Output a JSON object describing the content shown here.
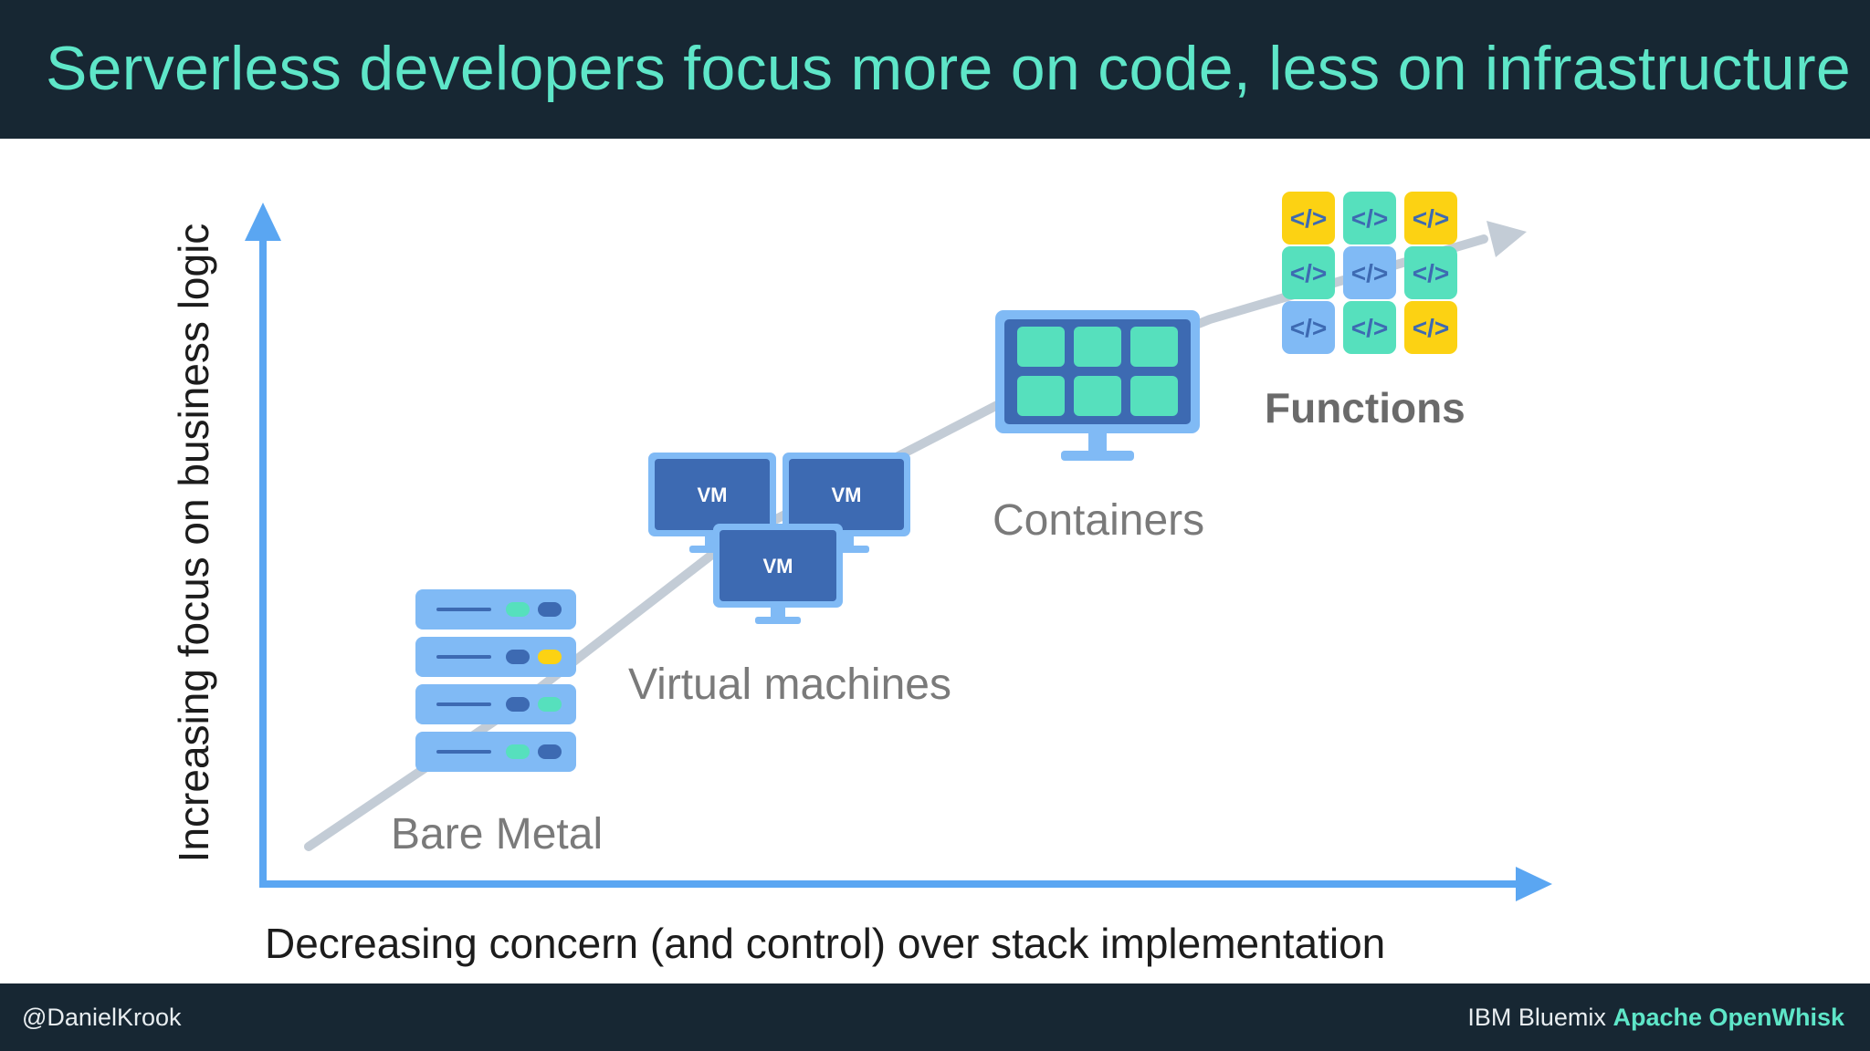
{
  "title": "Serverless developers focus more on code, less on infrastructure",
  "axes": {
    "y_label": "Increasing focus on business logic",
    "x_label": "Decreasing concern (and control) over stack implementation"
  },
  "stages": [
    {
      "label": "Bare Metal",
      "icon": "server-rack-icon"
    },
    {
      "label": "Virtual machines",
      "icon": "vm-monitors-icon"
    },
    {
      "label": "Containers",
      "icon": "container-monitor-icon"
    },
    {
      "label": "Functions",
      "icon": "code-functions-grid-icon"
    }
  ],
  "vm_label": "VM",
  "code_glyph": "</>",
  "colors": {
    "header_bg": "#172733",
    "accent": "#5ee6c8",
    "axis_blue": "#5aa6f2",
    "trend_gray": "#c3ccd6",
    "monitor_dark": "#3d6ab2",
    "monitor_light": "#80baf5",
    "teal": "#56e0bd",
    "yellow": "#fcd213",
    "label_gray": "#7a7a7a"
  },
  "footer": {
    "handle": "@DanielKrook",
    "brand_prefix": "IBM Bluemix",
    "brand_accent": "Apache OpenWhisk"
  }
}
